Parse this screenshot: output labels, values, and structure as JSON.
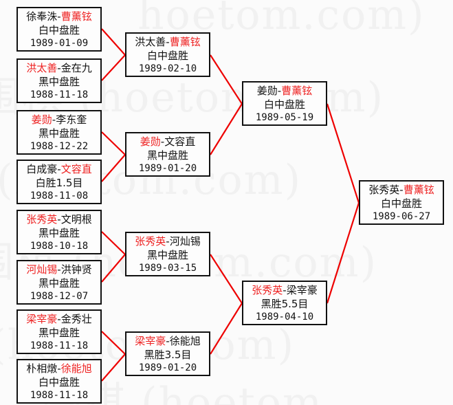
{
  "watermark": {
    "text": "围棋 (hoetom.com)",
    "color": "#f1f1f1",
    "rows": [
      "围棋 (hoetom.com)",
      "围棋 (hoetom.com)",
      "围棋 (hoetom.com)",
      "围棋 (hoetom.com)",
      "hoetom.com)",
      "围棋 (hoetom"
    ]
  },
  "colors": {
    "winner": "#ee2222",
    "loser": "#111111",
    "connector": "#ee0000",
    "box_border": "#111111",
    "background": "#fbfbfb"
  },
  "bracket": {
    "rounds": [
      {
        "name": "round-1",
        "matches": [
          {
            "id": "r1m1",
            "player_left": "徐奉洙",
            "player_left_winner": false,
            "player_right": "曹薰铉",
            "player_right_winner": true,
            "separator": "-",
            "result": "白中盘胜",
            "date": "1989-01-09"
          },
          {
            "id": "r1m2",
            "player_left": "洪太善",
            "player_left_winner": true,
            "player_right": "金在九",
            "player_right_winner": false,
            "separator": "-",
            "result": "黑中盘胜",
            "date": "1988-11-18"
          },
          {
            "id": "r1m3",
            "player_left": "姜勋",
            "player_left_winner": true,
            "player_right": "李东奎",
            "player_right_winner": false,
            "separator": "-",
            "result": "黑中盘胜",
            "date": "1988-12-22"
          },
          {
            "id": "r1m4",
            "player_left": "白成豪",
            "player_left_winner": false,
            "player_right": "文容直",
            "player_right_winner": true,
            "separator": "-",
            "result": "白胜1.5目",
            "date": "1988-11-08"
          },
          {
            "id": "r1m5",
            "player_left": "张秀英",
            "player_left_winner": true,
            "player_right": "文明根",
            "player_right_winner": false,
            "separator": "-",
            "result": "黑中盘胜",
            "date": "1988-10-18"
          },
          {
            "id": "r1m6",
            "player_left": "河灿锡",
            "player_left_winner": true,
            "player_right": "洪钟贤",
            "player_right_winner": false,
            "separator": "-",
            "result": "黑中盘胜",
            "date": "1988-12-07"
          },
          {
            "id": "r1m7",
            "player_left": "梁宰豪",
            "player_left_winner": true,
            "player_right": "金秀壮",
            "player_right_winner": false,
            "separator": "-",
            "result": "黑中盘胜",
            "date": "1988-11-18"
          },
          {
            "id": "r1m8",
            "player_left": "朴相燉",
            "player_left_winner": false,
            "player_right": "徐能旭",
            "player_right_winner": true,
            "separator": "-",
            "result": "白中盘胜",
            "date": "1988-11-18"
          }
        ]
      },
      {
        "name": "round-2",
        "matches": [
          {
            "id": "r2m1",
            "player_left": "洪太善",
            "player_left_winner": false,
            "player_right": "曹薰铉",
            "player_right_winner": true,
            "separator": "-",
            "result": "白中盘胜",
            "date": "1989-02-10"
          },
          {
            "id": "r2m2",
            "player_left": "姜勋",
            "player_left_winner": true,
            "player_right": "文容直",
            "player_right_winner": false,
            "separator": "-",
            "result": "黑中盘胜",
            "date": "1989-01-20"
          },
          {
            "id": "r2m3",
            "player_left": "张秀英",
            "player_left_winner": true,
            "player_right": "河灿锡",
            "player_right_winner": false,
            "separator": "-",
            "result": "黑中盘胜",
            "date": "1989-03-15"
          },
          {
            "id": "r2m4",
            "player_left": "梁宰豪",
            "player_left_winner": true,
            "player_right": "徐能旭",
            "player_right_winner": false,
            "separator": "-",
            "result": "黑胜3.5目",
            "date": "1989-01-20"
          }
        ]
      },
      {
        "name": "semifinal",
        "matches": [
          {
            "id": "r3m1",
            "player_left": "姜勋",
            "player_left_winner": false,
            "player_right": "曹薰铉",
            "player_right_winner": true,
            "separator": "-",
            "result": "白中盘胜",
            "date": "1989-05-19"
          },
          {
            "id": "r3m2",
            "player_left": "张秀英",
            "player_left_winner": true,
            "player_right": "梁宰豪",
            "player_right_winner": false,
            "separator": "-",
            "result": "黑胜5.5目",
            "date": "1989-04-10"
          }
        ]
      },
      {
        "name": "final",
        "matches": [
          {
            "id": "r4m1",
            "player_left": "张秀英",
            "player_left_winner": false,
            "player_right": "曹薰铉",
            "player_right_winner": true,
            "separator": "-",
            "result": "白中盘胜",
            "date": "1989-06-27"
          }
        ]
      }
    ]
  },
  "layout": {
    "round1_tops": [
      10,
      85,
      160,
      232,
      305,
      378,
      450,
      522
    ],
    "round2_tops": [
      47,
      192,
      337,
      482
    ],
    "round3_tops": [
      118,
      408
    ],
    "round4_tops": [
      262
    ]
  }
}
